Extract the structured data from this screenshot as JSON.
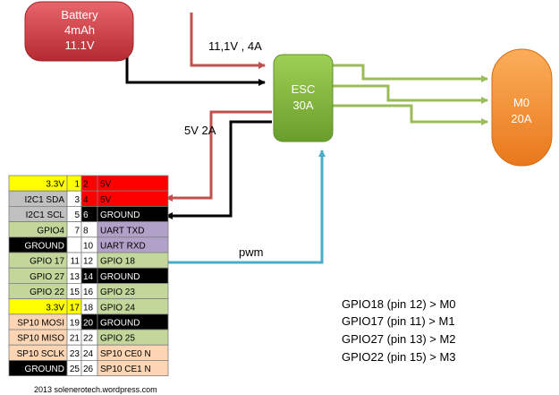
{
  "battery": {
    "line1": "Battery",
    "line2": "4mAh",
    "line3": "11.1V"
  },
  "esc": {
    "line1": "ESC",
    "line2": "30A"
  },
  "motor": {
    "line1": "M0",
    "line2": "20A"
  },
  "labels": {
    "power": "11,1V , 4A",
    "logic": "5V 2A",
    "pwm": "pwm"
  },
  "gpio_rows": [
    {
      "left": "3.3V",
      "pin_l": "1",
      "pin_r": "2",
      "right": "5V",
      "lc": "#ffff00",
      "rc": "#ff0000"
    },
    {
      "left": "I2C1 SDA",
      "pin_l": "3",
      "pin_r": "4",
      "right": "5V",
      "lc": "#c0c0c0",
      "rc": "#ff0000"
    },
    {
      "left": "I2C1 SCL",
      "pin_l": "5",
      "pin_r": "6",
      "right": "GROUND",
      "lc": "#c0c0c0",
      "rc": "#000000"
    },
    {
      "left": "GPIO4",
      "pin_l": "7",
      "pin_r": "8",
      "right": "UART TXD",
      "lc": "#c4d79b",
      "rc": "#b1a0c7"
    },
    {
      "left": "GROUND",
      "pin_l": "",
      "pin_r": "10",
      "right": "UART RXD",
      "lc": "#000000",
      "rc": "#b1a0c7"
    },
    {
      "left": "GPIO 17",
      "pin_l": "11",
      "pin_r": "12",
      "right": "GPIO 18",
      "lc": "#c4d79b",
      "rc": "#c4d79b"
    },
    {
      "left": "GPIO 27",
      "pin_l": "13",
      "pin_r": "14",
      "right": "GROUND",
      "lc": "#c4d79b",
      "rc": "#000000"
    },
    {
      "left": "GPIO 22",
      "pin_l": "15",
      "pin_r": "16",
      "right": "GPIO 23",
      "lc": "#c4d79b",
      "rc": "#c4d79b"
    },
    {
      "left": "3.3V",
      "pin_l": "17",
      "pin_r": "18",
      "right": "GPIO 24",
      "lc": "#ffff00",
      "rc": "#c4d79b"
    },
    {
      "left": "SP10 MOSI",
      "pin_l": "19",
      "pin_r": "20",
      "right": "GROUND",
      "lc": "#fcd5b4",
      "rc": "#000000"
    },
    {
      "left": "SP10 MISO",
      "pin_l": "21",
      "pin_r": "22",
      "right": "GPIO 25",
      "lc": "#fcd5b4",
      "rc": "#c4d79b"
    },
    {
      "left": "SP10 SCLK",
      "pin_l": "23",
      "pin_r": "24",
      "right": "SP10 CE0 N",
      "lc": "#fcd5b4",
      "rc": "#fcd5b4"
    },
    {
      "left": "GROUND",
      "pin_l": "25",
      "pin_r": "26",
      "right": "SP10 CE1 N",
      "lc": "#000000",
      "rc": "#fcd5b4"
    }
  ],
  "mapping": [
    "GPIO18 (pin 12) > M0",
    "GPIO17 (pin 11) > M1",
    "GPIO27 (pin 13) > M2",
    "GPIO22 (pin 15) > M3"
  ],
  "credit": "2013 solenerotech.wordpress.com",
  "colors": {
    "battery": "#d9363e",
    "esc": "#7fb63a",
    "motor": "#f68b2a",
    "power_wire": "#c0504d",
    "ground_wire": "#000000",
    "motor_wire": "#9bbb59",
    "pwm_wire": "#4bacc6"
  }
}
